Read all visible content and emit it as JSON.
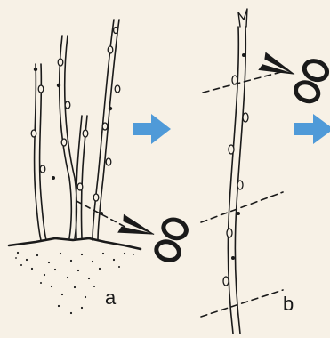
{
  "panels": [
    {
      "id": "a",
      "label": "a"
    },
    {
      "id": "b",
      "label": "b"
    }
  ],
  "colors": {
    "background": "#f7f1e6",
    "ink": "#1a1a1a",
    "arrow": "#4f9ad8"
  },
  "icons": [
    "scissors-icon",
    "arrow-right-icon"
  ]
}
